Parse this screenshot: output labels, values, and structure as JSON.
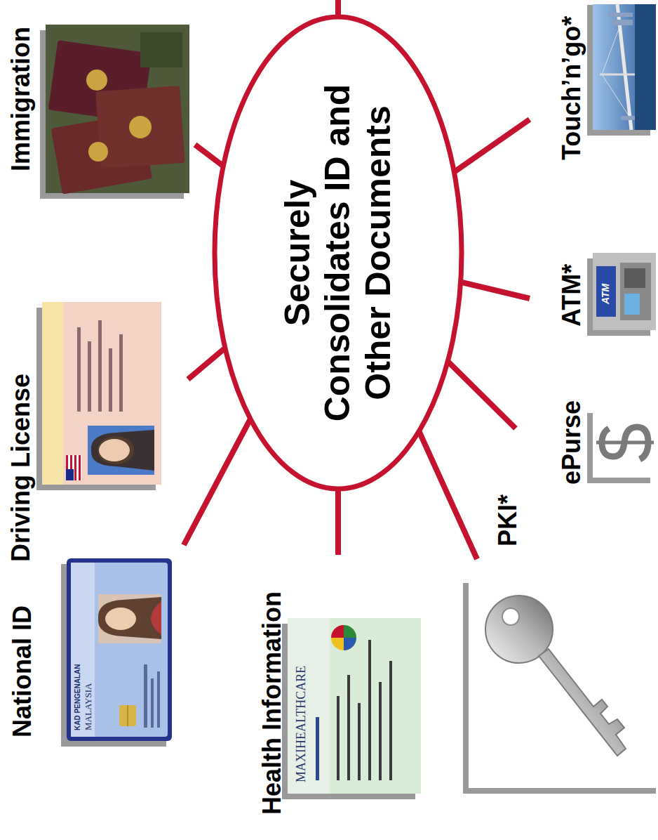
{
  "diagram": {
    "nodes": [
      {
        "text": [
          "Securely Consolidates ID and Other Documents"
        ]
      }
    ],
    "labels": [
      "National ID",
      "Driving License",
      "Immigration",
      "Touch’n’go*",
      "ATM*",
      "ePurse",
      "PKI*",
      "Health Information",
      "KAD PENGENALAN",
      "MALAYSIA",
      "MAXIHEALTHCARE",
      "ATM"
    ]
  }
}
